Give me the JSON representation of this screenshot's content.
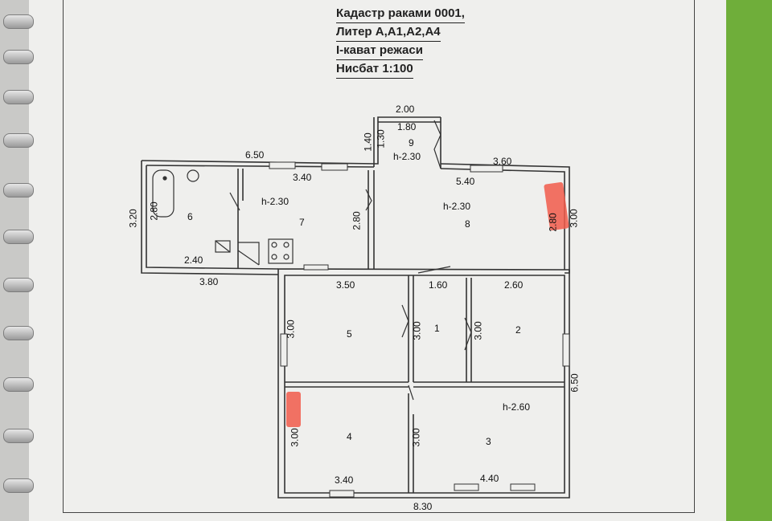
{
  "title": {
    "line1": "Кадастр раками 0001,",
    "line2": "Литер А,А1,А2,А4",
    "line3": "I-кават режаси",
    "line4": "Нисбат 1:100"
  },
  "dims": {
    "d_2_00": "2.00",
    "d_1_80": "1.80",
    "d_1_40": "1.40",
    "d_1_30": "1.30",
    "d_6_50_top": "6.50",
    "d_3_60": "3.60",
    "d_3_40_top": "3.40",
    "d_5_40": "5.40",
    "d_3_20": "3.20",
    "d_2_80_bath": "2.80",
    "d_2_80_mid": "2.80",
    "d_2_80_right": "2.80",
    "d_3_00_right": "3.00",
    "d_2_40": "2.40",
    "d_3_80": "3.80",
    "d_3_50": "3.50",
    "d_1_60": "1.60",
    "d_2_60": "2.60",
    "d_3_00_r5": "3.00",
    "d_3_00_r1": "3.00",
    "d_3_00_r2": "3.00",
    "d_6_50_side": "6.50",
    "d_3_00_r4": "3.00",
    "d_3_00_r3": "3.00",
    "d_3_40_bottom": "3.40",
    "d_4_40": "4.40",
    "d_8_30": "8.30"
  },
  "heights": {
    "h9": "h-2.30",
    "h7": "h-2.30",
    "h8": "h-2.30",
    "h3": "h-2.60"
  },
  "rooms": [
    "1",
    "2",
    "3",
    "4",
    "5",
    "6",
    "7",
    "8",
    "9"
  ]
}
